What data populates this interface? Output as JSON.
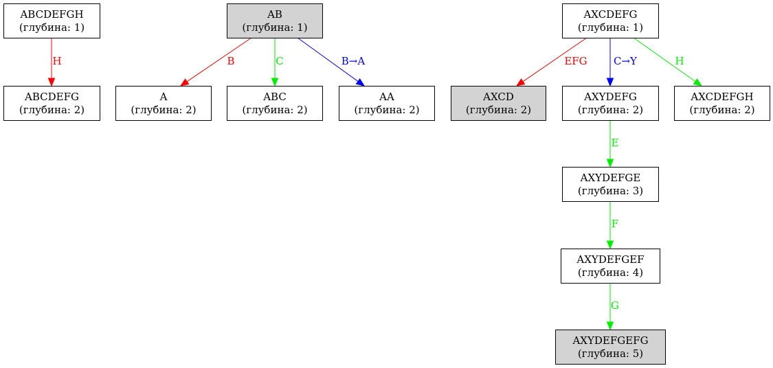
{
  "graph": {
    "nodes": [
      {
        "id": "n1",
        "label": "ABCDEFGH",
        "depth": "(глубина: 1)",
        "highlighted": false
      },
      {
        "id": "n2",
        "label": "ABCDEFG",
        "depth": "(глубина: 2)",
        "highlighted": false
      },
      {
        "id": "n3",
        "label": "AB",
        "depth": "(глубина: 1)",
        "highlighted": true
      },
      {
        "id": "n4",
        "label": "A",
        "depth": "(глубина: 2)",
        "highlighted": false
      },
      {
        "id": "n5",
        "label": "ABC",
        "depth": "(глубина: 2)",
        "highlighted": false
      },
      {
        "id": "n6",
        "label": "AA",
        "depth": "(глубина: 2)",
        "highlighted": false
      },
      {
        "id": "n7",
        "label": "AXCDEFG",
        "depth": "(глубина: 1)",
        "highlighted": false
      },
      {
        "id": "n8",
        "label": "AXCD",
        "depth": "(глубина: 2)",
        "highlighted": true
      },
      {
        "id": "n9",
        "label": "AXYDEFG",
        "depth": "(глубина: 2)",
        "highlighted": false
      },
      {
        "id": "n10",
        "label": "AXCDEFGH",
        "depth": "(глубина: 2)",
        "highlighted": false
      },
      {
        "id": "n11",
        "label": "AXYDEFGE",
        "depth": "(глубина: 3)",
        "highlighted": false
      },
      {
        "id": "n12",
        "label": "AXYDEFGEF",
        "depth": "(глубина: 4)",
        "highlighted": false
      },
      {
        "id": "n13",
        "label": "AXYDEFGEFG",
        "depth": "(глубина: 5)",
        "highlighted": true
      }
    ],
    "edges": [
      {
        "from": "n1",
        "to": "n2",
        "label": "H",
        "color": "#ff0000"
      },
      {
        "from": "n3",
        "to": "n4",
        "label": "B",
        "color": "#ff0000"
      },
      {
        "from": "n3",
        "to": "n5",
        "label": "C",
        "color": "#00ee00"
      },
      {
        "from": "n3",
        "to": "n6",
        "label": "B→A",
        "color": "#0000ff"
      },
      {
        "from": "n7",
        "to": "n8",
        "label": "EFG",
        "color": "#ff0000"
      },
      {
        "from": "n7",
        "to": "n9",
        "label": "C→Y",
        "color": "#0000ff"
      },
      {
        "from": "n7",
        "to": "n10",
        "label": "H",
        "color": "#00ee00"
      },
      {
        "from": "n9",
        "to": "n11",
        "label": "E",
        "color": "#00ee00"
      },
      {
        "from": "n11",
        "to": "n12",
        "label": "F",
        "color": "#00ee00"
      },
      {
        "from": "n12",
        "to": "n13",
        "label": "G",
        "color": "#00ee00"
      }
    ],
    "colors": {
      "node_fill": "#ffffff",
      "node_fill_highlighted": "#d3d3d3",
      "node_stroke": "#000000"
    }
  }
}
